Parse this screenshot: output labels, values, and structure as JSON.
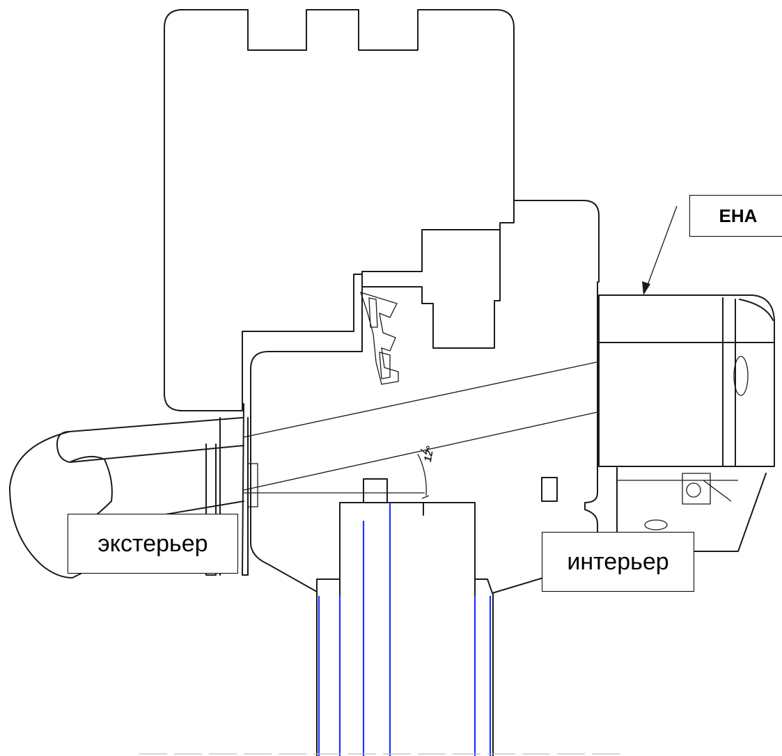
{
  "labels": {
    "eha": "EHA",
    "exterior": "экстерьер",
    "interior": "интерьер",
    "angle": "12°"
  },
  "colors": {
    "line": "#1a1a1a",
    "axis_lines": "#1f33ff",
    "background": "#ffffff"
  }
}
